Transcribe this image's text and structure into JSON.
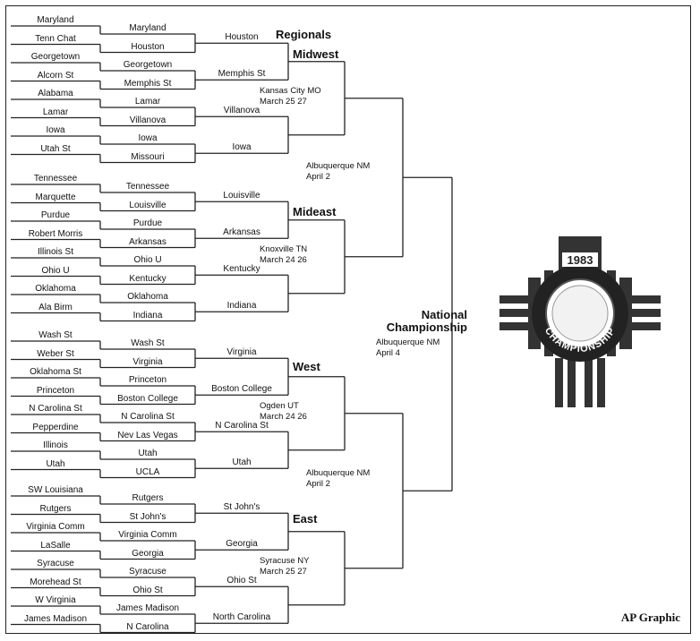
{
  "header": {
    "regionals": "Regionals"
  },
  "regions": [
    {
      "name": "Midwest",
      "r1": [
        "Maryland",
        "Tenn Chat",
        "Georgetown",
        "Alcorn St",
        "Alabama",
        "Lamar",
        "Iowa",
        "Utah St"
      ],
      "r2": [
        "Maryland",
        "Houston",
        "Georgetown",
        "Memphis St",
        "Lamar",
        "Villanova",
        "Iowa",
        "Missouri"
      ],
      "r3": [
        "Houston",
        "Memphis St",
        "Villanova",
        "Iowa"
      ],
      "site": "Kansas City MO",
      "dates": "March 25 27"
    },
    {
      "name": "Mideast",
      "r1": [
        "Tennessee",
        "Marquette",
        "Purdue",
        "Robert Morris",
        "Illinois St",
        "Ohio U",
        "Oklahoma",
        "Ala Birm"
      ],
      "r2": [
        "Tennessee",
        "Louisville",
        "Purdue",
        "Arkansas",
        "Ohio U",
        "Kentucky",
        "Oklahoma",
        "Indiana"
      ],
      "r3": [
        "Louisville",
        "Arkansas",
        "Kentucky",
        "Indiana"
      ],
      "site": "Knoxville TN",
      "dates": "March 24 26"
    },
    {
      "name": "West",
      "r1": [
        "Wash St",
        "Weber St",
        "Oklahoma St",
        "Princeton",
        "N Carolina St",
        "Pepperdine",
        "Illinois",
        "Utah"
      ],
      "r2": [
        "Wash St",
        "Virginia",
        "Princeton",
        "Boston College",
        "N Carolina St",
        "Nev Las Vegas",
        "Utah",
        "UCLA"
      ],
      "r3": [
        "Virginia",
        "Boston College",
        "N Carolina St",
        "Utah"
      ],
      "site": "Ogden UT",
      "dates": "March 24 26"
    },
    {
      "name": "East",
      "r1": [
        "SW Louisiana",
        "Rutgers",
        "Virginia Comm",
        "LaSalle",
        "Syracuse",
        "Morehead St",
        "W Virginia",
        "James Madison"
      ],
      "r2": [
        "Rutgers",
        "St John's",
        "Virginia Comm",
        "Georgia",
        "Syracuse",
        "Ohio St",
        "James Madison",
        "N Carolina"
      ],
      "r3": [
        "St John's",
        "Georgia",
        "Ohio St",
        "North Carolina"
      ],
      "site": "Syracuse NY",
      "dates": "March 25 27"
    }
  ],
  "semis": [
    {
      "site": "Albuquerque NM",
      "date": "April 2"
    },
    {
      "site": "Albuquerque NM",
      "date": "April 2"
    }
  ],
  "championship": {
    "title_line1": "National",
    "title_line2": "Championship",
    "site": "Albuquerque NM",
    "date": "April 4"
  },
  "logo": {
    "year": "1983",
    "text": "CHAMPIONSHIP"
  },
  "credit": "AP Graphic"
}
